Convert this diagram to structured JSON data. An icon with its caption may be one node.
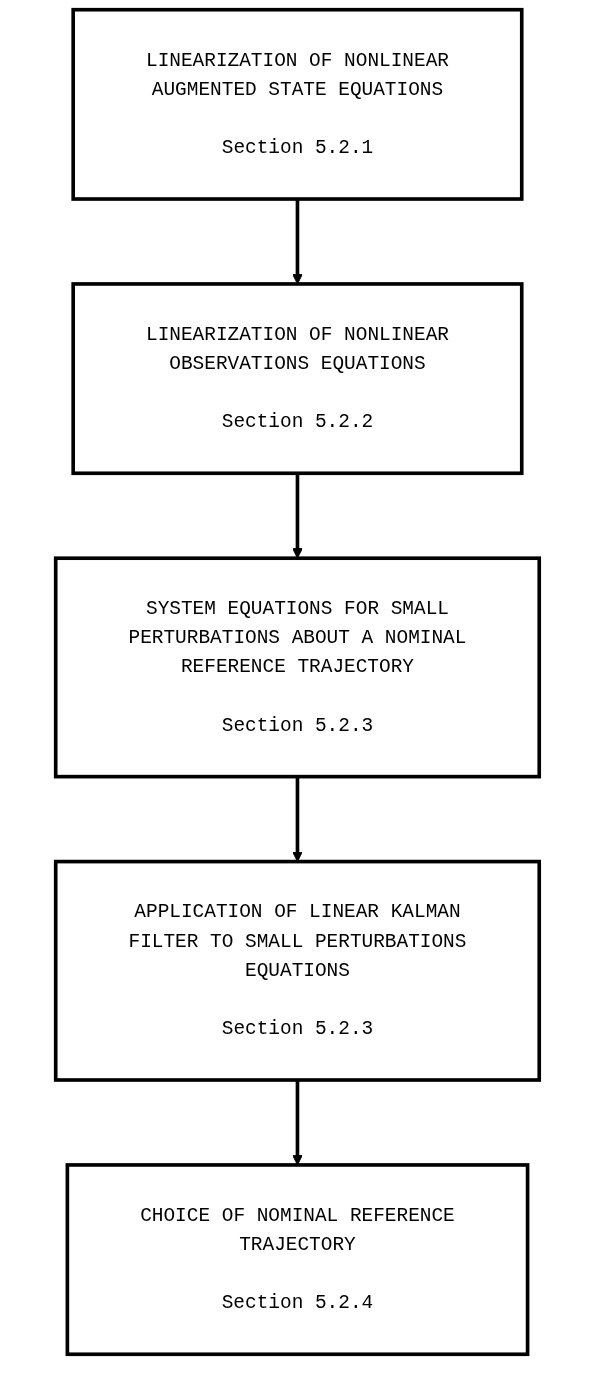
{
  "diagram": {
    "nodes": [
      {
        "text": [
          "LINEARIZATION OF NONLINEAR AUGMENTED STATE EQUATIONS",
          "Section 5.2.1"
        ]
      },
      {
        "text": [
          "LINEARIZATION OF NONLINEAR OBSERVATIONS EQUATIONS",
          "Section 5.2.2"
        ]
      },
      {
        "text": [
          "SYSTEM EQUATIONS FOR SMALL PERTURBATIONS ABOUT A NOMINAL REFERENCE TRAJECTORY",
          "Section 5.2.3"
        ]
      },
      {
        "text": [
          "APPLICATION OF LINEAR KALMAN FILTER TO SMALL PERTURBATIONS EQUATIONS",
          "Section 5.2.3"
        ]
      },
      {
        "text": [
          "CHOICE OF NOMINAL REFERENCE TRAJECTORY",
          "Section 5.2.4"
        ]
      }
    ],
    "edges": [
      {
        "from": 0,
        "to": 1,
        "arrow": "to"
      },
      {
        "from": 1,
        "to": 2,
        "arrow": "to"
      },
      {
        "from": 2,
        "to": 3,
        "arrow": "to"
      },
      {
        "from": 3,
        "to": 4,
        "arrow": "to"
      }
    ]
  }
}
